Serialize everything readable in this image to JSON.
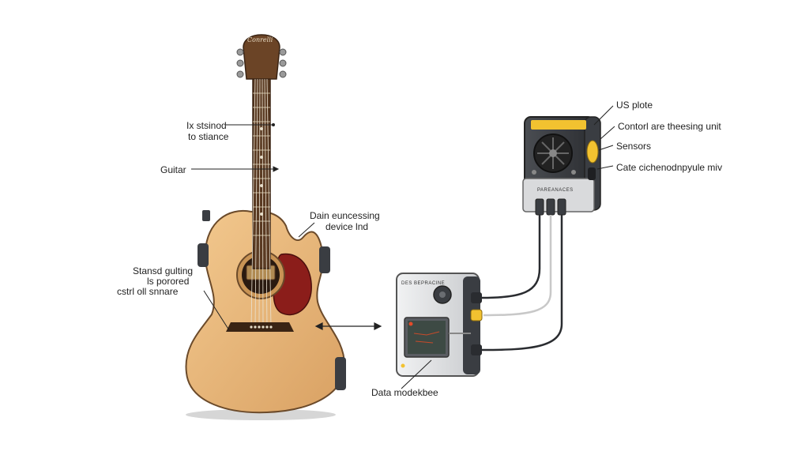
{
  "guitar": {
    "headstock_logo": "Conrelli",
    "body_color": "#e8b77c",
    "pickguard_color": "#8b1d1a",
    "neck_color": "#5a3a22"
  },
  "labels": {
    "strings_line1": "Ix stsinod",
    "strings_line2": "to stiance",
    "guitar": "Guitar",
    "processing_line1": "Dain euncessing",
    "processing_line2": "device lnd",
    "sound_line1": "Stansd gulting",
    "sound_line2": "ls porored",
    "sound_line3": "cstrl oll snnare",
    "us_plote": "US plote",
    "control_unit": "Contorl are theesing unit",
    "sensors": "Sensors",
    "cable": "Cate cichenodnpyule miv",
    "data_module": "Data modekbee",
    "module_plate": "DES BEPRACINE",
    "unit_plate": "PAREANACES"
  },
  "colors": {
    "accent_yellow": "#f2c230",
    "device_dark": "#3a3d42",
    "device_grey": "#d9dadc"
  }
}
